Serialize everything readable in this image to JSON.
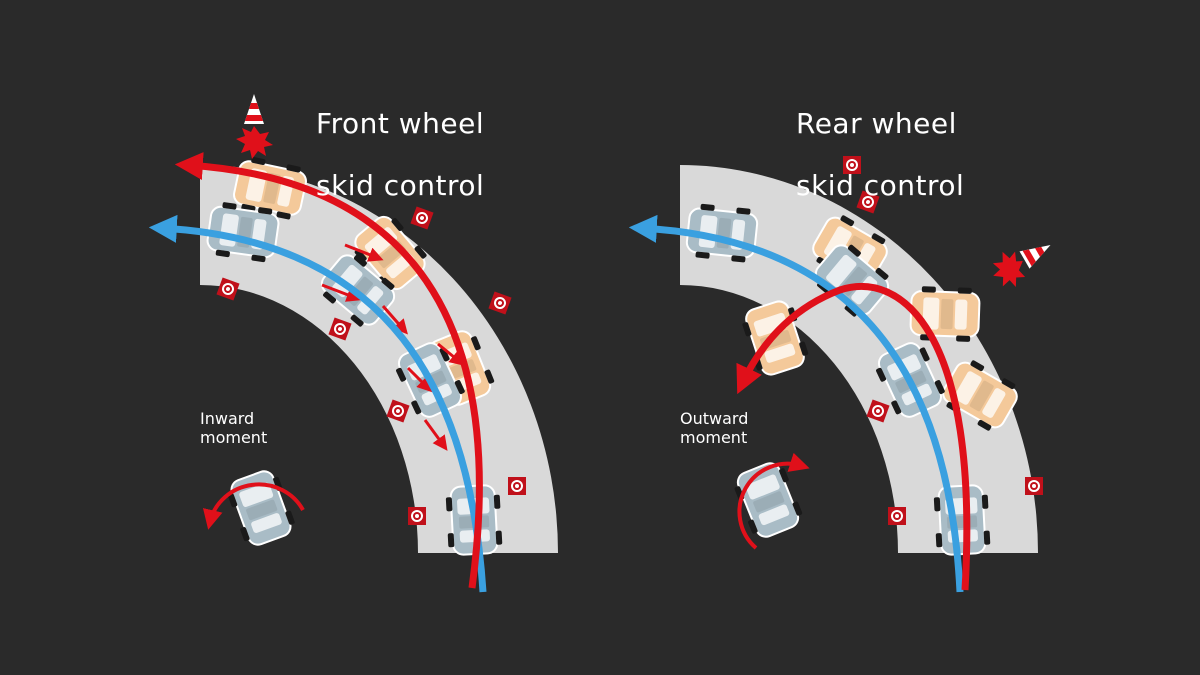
{
  "panels": [
    {
      "title_line1": "Front wheel",
      "title_line2": "skid control",
      "caption_line1": "Inward",
      "caption_line2": "moment"
    },
    {
      "title_line1": "Rear wheel",
      "title_line2": "skid control",
      "caption_line1": "Outward",
      "caption_line2": "moment"
    }
  ],
  "colors": {
    "background": "#2a2a2a",
    "road": "#d9d9d9",
    "ideal_path": "#3aa0e0",
    "skid_path": "#e0101a",
    "car_controlled": "#a9bcc6",
    "car_skidding": "#f4c99a",
    "marker": "#c0101a"
  }
}
